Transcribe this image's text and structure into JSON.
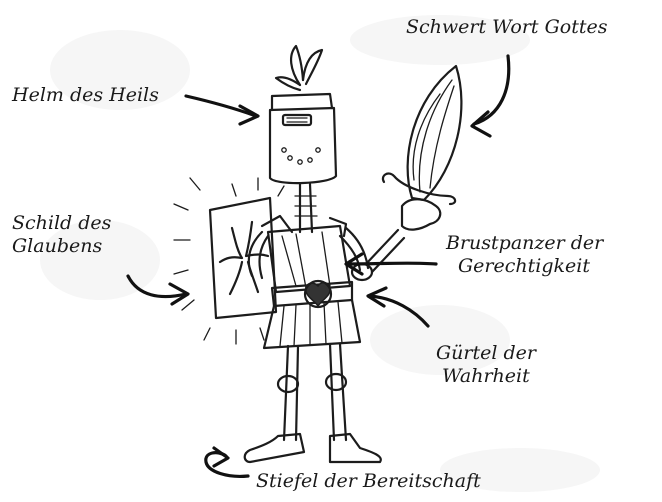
{
  "labels": {
    "helmet": "Helm des Heils",
    "sword": "Schwert Wort Gottes",
    "shield_line1": "Schild des",
    "shield_line2": "Glaubens",
    "breastplate_line1": "Brustpanzer der",
    "breastplate_line2": "Gerechtigkeit",
    "belt_line1": "Gürtel der",
    "belt_line2": "Wahrheit",
    "boots": "Stiefel der Bereitschaft"
  },
  "colors": {
    "ink": "#1c1c1c",
    "background": "#ffffff",
    "heart": "#333333"
  }
}
